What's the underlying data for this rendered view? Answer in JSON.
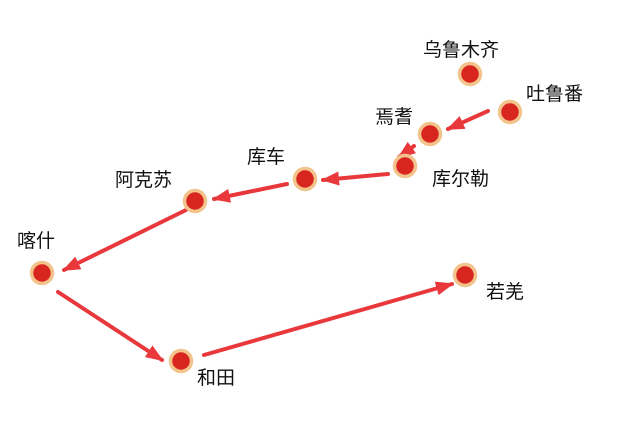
{
  "colors": {
    "dot_fill": "#d8261e",
    "dot_ring": "#f2c48c",
    "arrow": "#e8383c",
    "text": "#111111",
    "background": "#ffffff"
  },
  "cities": {
    "urumqi": "乌鲁木齐",
    "turpan": "吐鲁番",
    "yanqi": "焉耆",
    "korla": "库尔勒",
    "kuqa": "库车",
    "aksu": "阿克苏",
    "kashgar": "喀什",
    "hotan": "和田",
    "ruoqiang": "若羌"
  },
  "route": [
    "吐鲁番",
    "焉耆",
    "库尔勒",
    "库车",
    "阿克苏",
    "喀什",
    "和田",
    "若羌"
  ]
}
